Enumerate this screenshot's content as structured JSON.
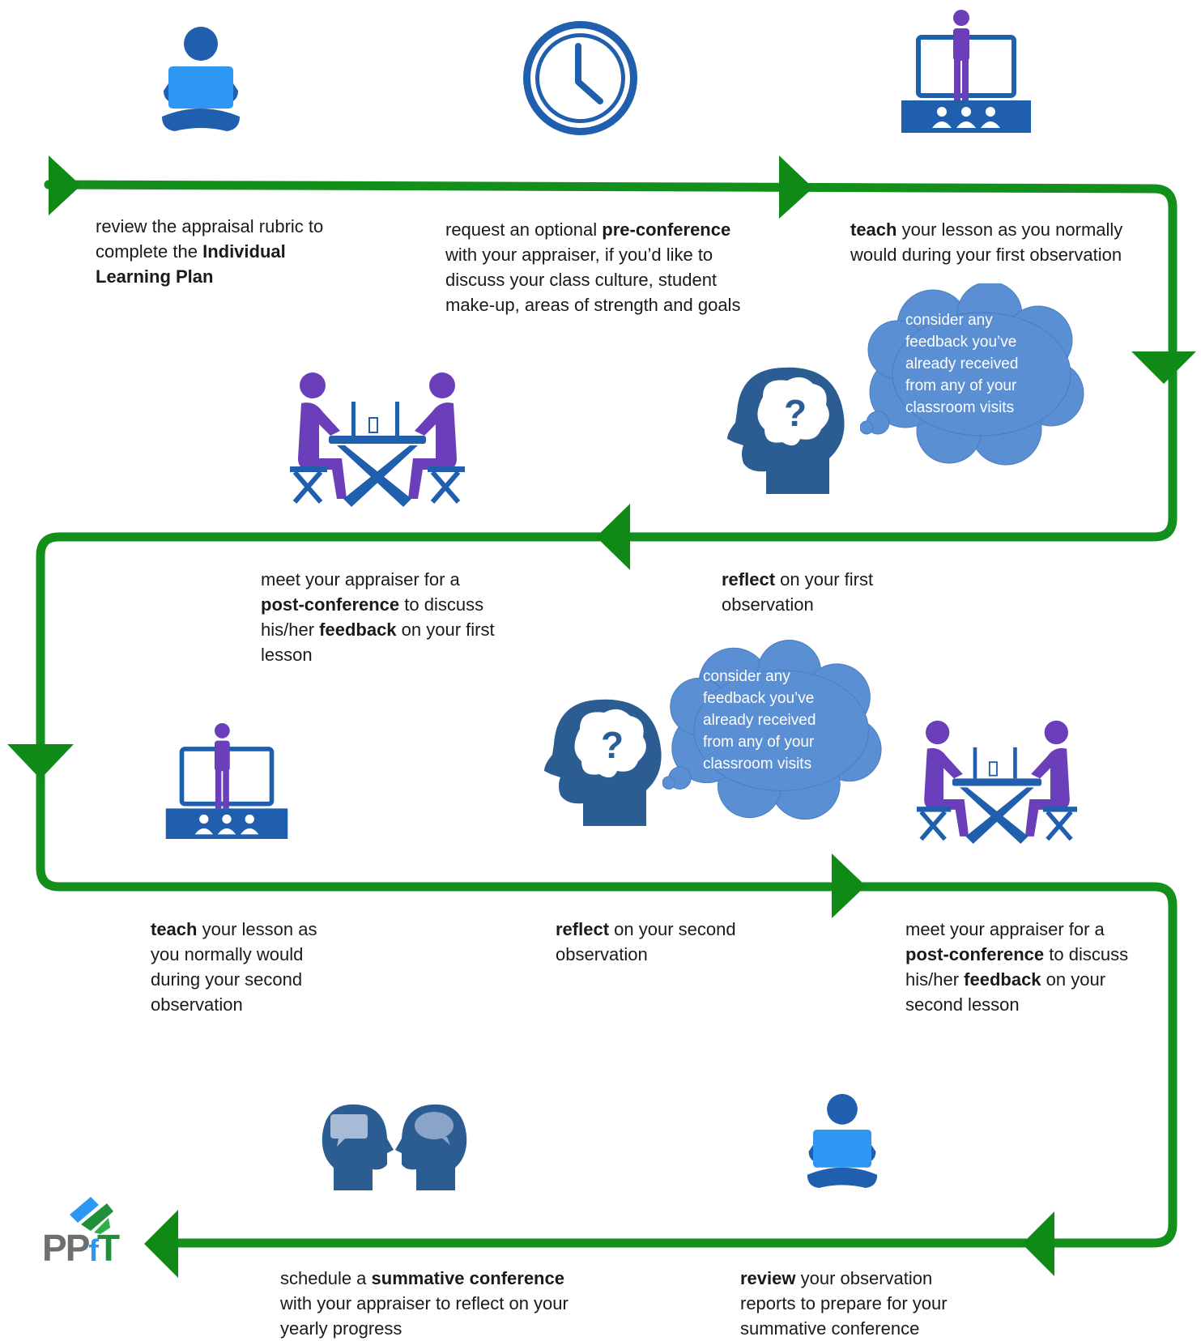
{
  "colors": {
    "path_green": "#138f1b",
    "arrow_green": "#0f8a16",
    "icon_blue": "#1f5fae",
    "light_blue": "#2e97f3",
    "purple": "#6a3fb9",
    "head_blue": "#2c5d92",
    "cloud_blue": "#5a8fd3"
  },
  "steps": [
    {
      "id": "s1",
      "pre": "review the appraisal rubric to complete the ",
      "bold": "Individual Learning Plan",
      "post": ""
    },
    {
      "id": "s2",
      "pre": "request an optional ",
      "bold": "pre-conference",
      "post": " with your appraiser, if you’d like to discuss your class culture, student make-up, areas of strength and goals"
    },
    {
      "id": "s3",
      "pre": "",
      "bold": "teach",
      "post": " your lesson as you normally would during your first observation"
    },
    {
      "id": "s4",
      "pre": "",
      "bold": "reflect",
      "post": " on your first observation"
    },
    {
      "id": "s5",
      "pre": "meet your appraiser for a ",
      "bold": "post-conference",
      "post": " to discuss his/her ",
      "bold2": "feedback",
      "post2": " on your first lesson"
    },
    {
      "id": "s6",
      "pre": "",
      "bold": "teach",
      "post": " your lesson as you normally would during your second observation"
    },
    {
      "id": "s7",
      "pre": "",
      "bold": "reflect",
      "post": " on your second observation"
    },
    {
      "id": "s8",
      "pre": "meet your appraiser for a ",
      "bold": "post-conference",
      "post": " to discuss his/her ",
      "bold2": "feedback",
      "post2": " on your second lesson"
    },
    {
      "id": "s9",
      "pre": "",
      "bold": "review",
      "post": " your observation reports to prepare for your summative conference"
    },
    {
      "id": "s10",
      "pre": "schedule a ",
      "bold": "summative conference",
      "post": " with your appraiser to reflect on your yearly progress"
    }
  ],
  "clouds": [
    {
      "text": "consider any feedback you’ve already received from any of your classroom visits"
    },
    {
      "text": "consider any feedback you’ve already received from any of  your classroom visits"
    }
  ],
  "logo": {
    "text": "PPfT",
    "icon": "ppft-logo"
  },
  "icons": [
    "laptop-person-icon",
    "clock-icon",
    "teacher-classroom-icon",
    "meeting-table-icon",
    "thinking-head-icon",
    "conversation-heads-icon"
  ]
}
